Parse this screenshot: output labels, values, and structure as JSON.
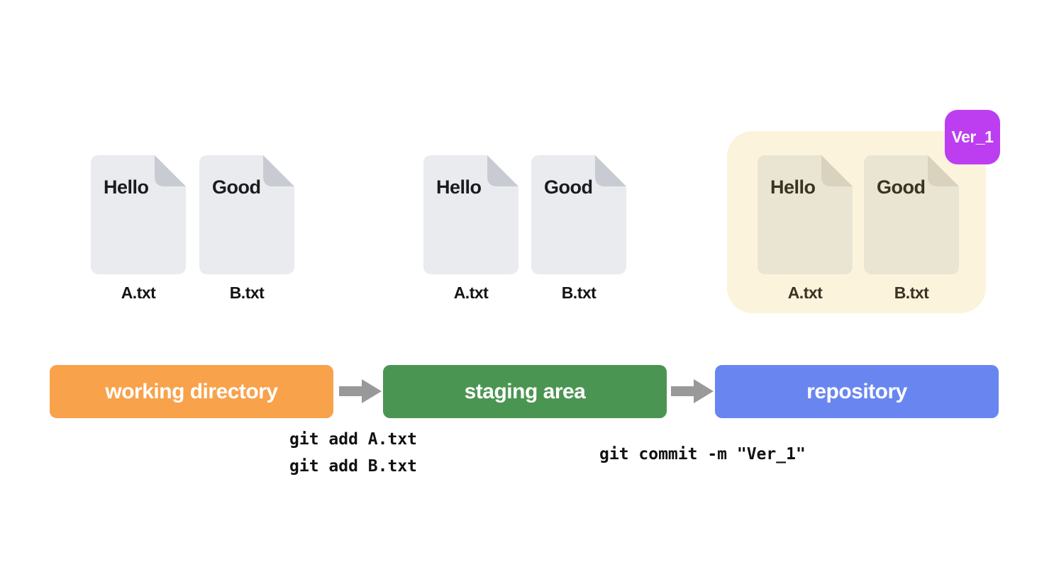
{
  "stages": [
    {
      "label": "working directory",
      "color": "#F8A24C"
    },
    {
      "label": "staging area",
      "color": "#4B9552"
    },
    {
      "label": "repository",
      "color": "#6986F0"
    }
  ],
  "groups": [
    {
      "name": "working-directory-files",
      "files": [
        {
          "content": "Hello",
          "filename": "A.txt"
        },
        {
          "content": "Good",
          "filename": "B.txt"
        }
      ]
    },
    {
      "name": "staging-area-files",
      "files": [
        {
          "content": "Hello",
          "filename": "A.txt"
        },
        {
          "content": "Good",
          "filename": "B.txt"
        }
      ]
    },
    {
      "name": "repository-files",
      "files": [
        {
          "content": "Hello",
          "filename": "A.txt"
        },
        {
          "content": "Good",
          "filename": "B.txt"
        }
      ]
    }
  ],
  "repository": {
    "version_badge": "Ver_1"
  },
  "commands": {
    "stage_line1": "git add A.txt",
    "stage_line2": "git add B.txt",
    "commit": "git commit -m \"Ver_1\""
  },
  "colors": {
    "stage_working": "#F8A24C",
    "stage_staging": "#4B9552",
    "stage_repository": "#6986F0",
    "version_badge": "#BD3EF0",
    "repo_panel_bg": "#FCF3DC",
    "file_fill_gray": "#E9EBEF",
    "file_fold_gray": "#C8CCD2",
    "file_fill_beige": "#EAE5D3",
    "file_fold_beige": "#D8D2BE",
    "arrow": "#999999"
  }
}
